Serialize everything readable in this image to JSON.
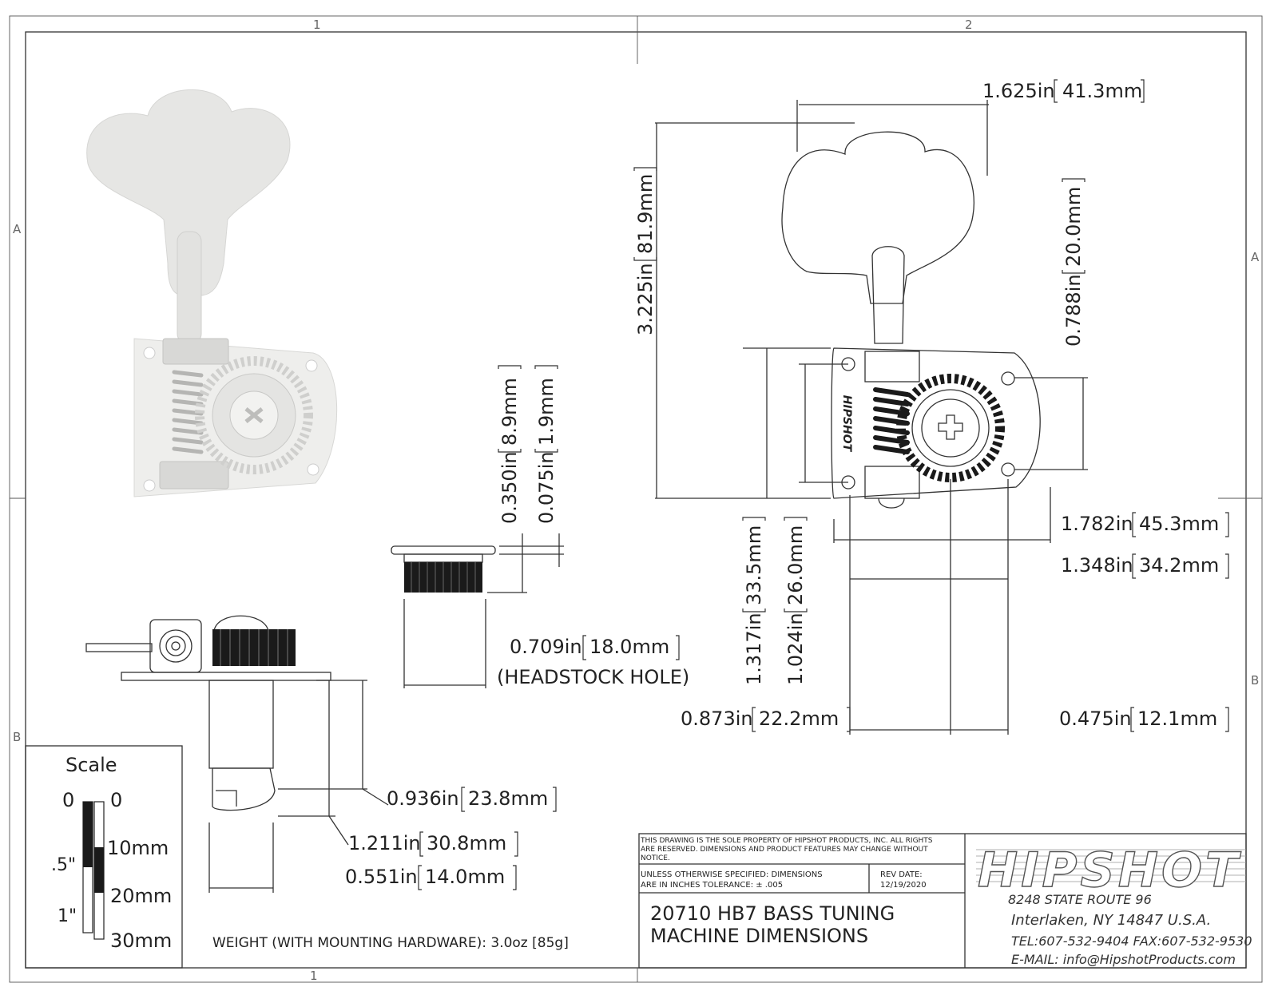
{
  "zones": {
    "top": [
      "1",
      "2"
    ],
    "bottom": [
      "1"
    ],
    "left": [
      "A",
      "B"
    ],
    "right": [
      "A",
      "B"
    ]
  },
  "dimensions": {
    "width_overall": {
      "in": "1.625in",
      "mm": "41.3mm"
    },
    "height_overall": {
      "in": "3.225in",
      "mm": "81.9mm"
    },
    "hole_spacing_v": {
      "in": "0.788in",
      "mm": "20.0mm"
    },
    "plate_width": {
      "in": "1.782in",
      "mm": "45.3mm"
    },
    "hole_spacing_h": {
      "in": "1.348in",
      "mm": "34.2mm"
    },
    "plate_height": {
      "in": "1.317in",
      "mm": "33.5mm"
    },
    "inner_height": {
      "in": "1.024in",
      "mm": "26.0mm"
    },
    "post_offset": {
      "in": "0.873in",
      "mm": "22.2mm"
    },
    "hole_offset": {
      "in": "0.475in",
      "mm": "12.1mm"
    },
    "bushing_height": {
      "in": "0.350in",
      "mm": "8.9mm"
    },
    "flange_thickness": {
      "in": "0.075in",
      "mm": "1.9mm"
    },
    "headstock_hole": {
      "in": "0.709in",
      "mm": "18.0mm",
      "note": "(HEADSTOCK HOLE)"
    },
    "post_length_a": {
      "in": "0.936in",
      "mm": "23.8mm"
    },
    "post_length_b": {
      "in": "1.211in",
      "mm": "30.8mm"
    },
    "post_diameter": {
      "in": "0.551in",
      "mm": "14.0mm"
    }
  },
  "scale": {
    "title": "Scale",
    "left_labels": [
      "0",
      ".5\"",
      "1\""
    ],
    "right_labels": [
      "0",
      "10mm",
      "20mm",
      "30mm"
    ]
  },
  "weight": "WEIGHT (WITH MOUNTING HARDWARE): 3.0oz [85g]",
  "title_block": {
    "property_notice": [
      "THIS DRAWING IS THE SOLE PROPERTY OF HIPSHOT PRODUCTS, INC. ALL RIGHTS",
      "ARE RESERVED. DIMENSIONS AND PRODUCT FEATURES MAY CHANGE WITHOUT",
      "NOTICE."
    ],
    "tolerance": [
      "UNLESS OTHERWISE SPECIFIED: DIMENSIONS",
      "ARE IN INCHES TOLERANCE: ± .005"
    ],
    "rev_label": "REV DATE:",
    "rev_date": "12/19/2020",
    "drawing_title": [
      "20710 HB7 BASS TUNING",
      "MACHINE DIMENSIONS"
    ]
  },
  "company": {
    "logo": "HIPSHOT",
    "address1": "8248 STATE ROUTE 96",
    "address2": "Interlaken, NY 14847 U.S.A.",
    "phone": "TEL:607-532-9404 FAX:607-532-9530",
    "email": "E-MAIL: info@HipshotProducts.com"
  },
  "plate_stamp": "HIPSHOT",
  "colors": {
    "line": "#333333",
    "part_fill": "#e8e8e6",
    "gear_dark": "#1a1a1a"
  }
}
